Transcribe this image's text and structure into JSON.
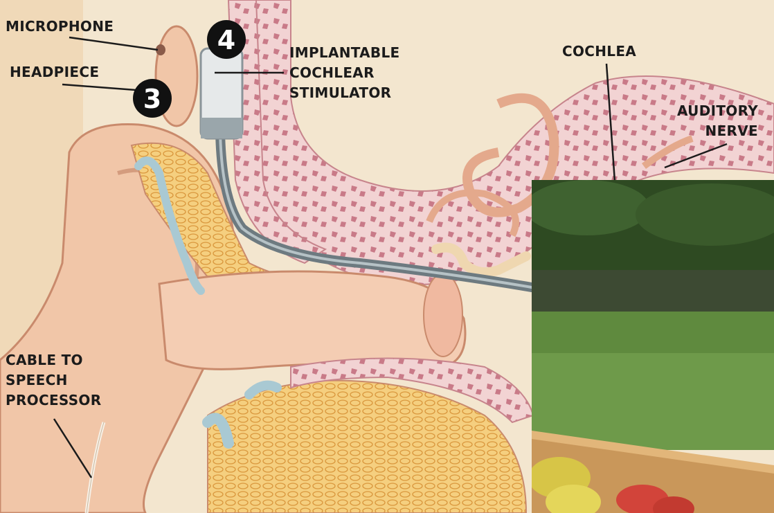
{
  "labels": {
    "microphone": "MICROPHONE",
    "headpiece": "HEADPIECE",
    "stimulator": [
      "IMPLANTABLE",
      "COCHLEAR",
      "STIMULATOR"
    ],
    "cochlea": "COCHLEA",
    "auditory_nerve": [
      "AUDITORY",
      "NERVE"
    ],
    "cable": [
      "CABLE TO",
      "SPEECH",
      "PROCESSOR"
    ]
  },
  "markers": {
    "headpiece_number": "3",
    "stimulator_number": "4"
  },
  "colors": {
    "background": "#f3e6cf",
    "skin": "#f1c6a8",
    "bone": "#efc9c9",
    "bone_pore": "#d98f98",
    "fat": "#f1c46d",
    "canal": "#a9c9d3",
    "marker_fill": "#111111",
    "photo_hedge": "#2e4a22",
    "photo_grass": "#6e9a4a",
    "photo_crate": "#c9975a"
  }
}
